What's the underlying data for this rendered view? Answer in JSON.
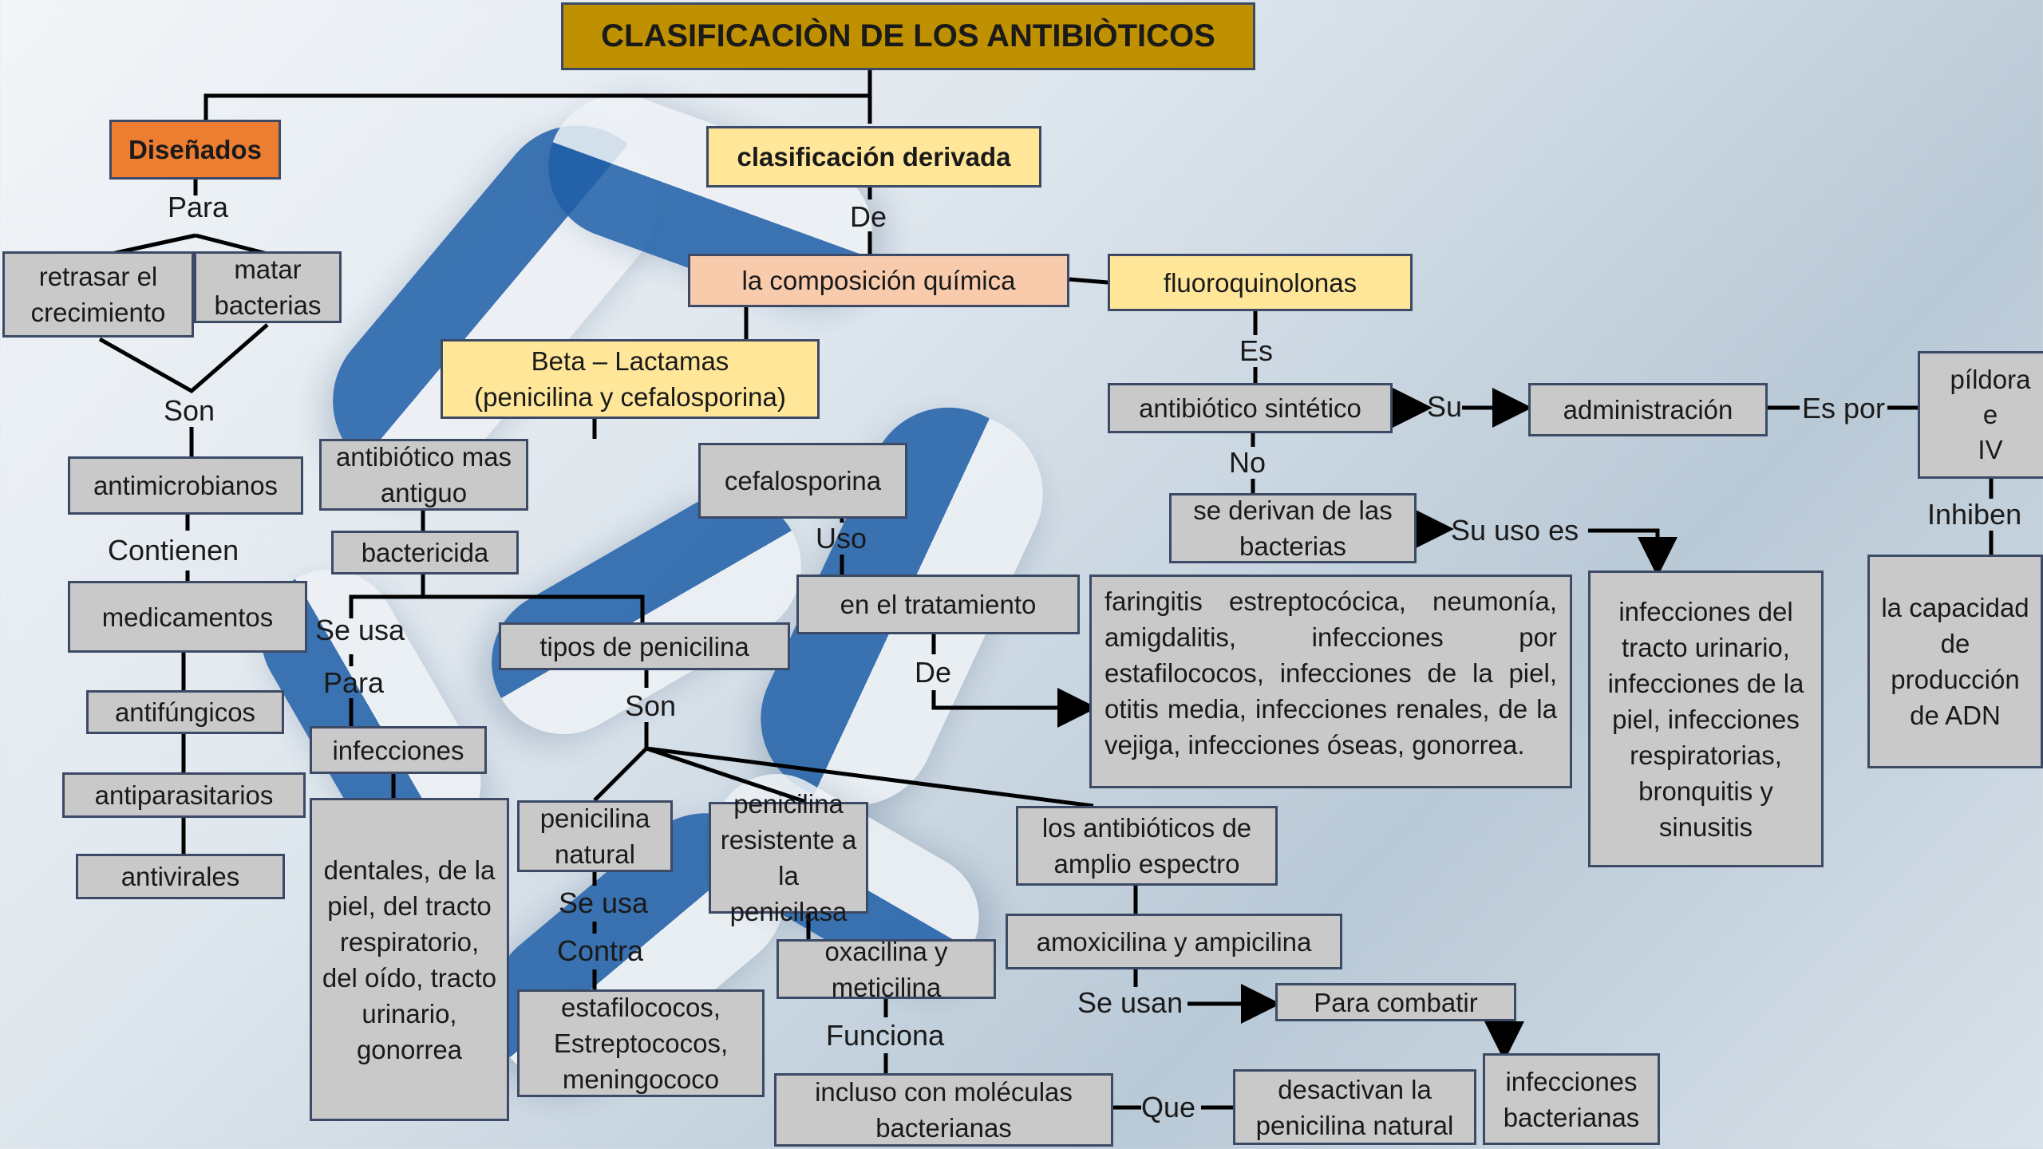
{
  "title": "CLASIFICACIÒN DE LOS ANTIBIÒTICOS",
  "nodes": {
    "disenados": "Diseñados",
    "retrasar": "retrasar el crecimiento",
    "matar": "matar bacterias",
    "antimicrobianos": "antimicrobianos",
    "medicamentos": "medicamentos",
    "antifungicos": "antifúngicos",
    "antiparasitarios": "antiparasitarios",
    "antivirales": "antivirales",
    "clasif_derivada": "clasificación derivada",
    "composicion": "la composición química",
    "fluoroquinolonas": "fluoroquinolonas",
    "beta_lactamas": "Beta – Lactamas\n(penicilina y cefalosporina)",
    "antibiotico_antiguo": "antibiótico mas antiguo",
    "bactericida": "bactericida",
    "infecciones": "infecciones",
    "infecciones_lista": "dentales, de la piel, del tracto respiratorio, del oído, tracto urinario, gonorrea",
    "tipos_penicilina": "tipos de penicilina",
    "penicilina_natural": "penicilina natural",
    "estafilococos": "estafilococos, Estreptococos, meningococo",
    "penicilina_resistente": "penicilina resistente a la penicilasa",
    "oxacilina": "oxacilina y meticilina",
    "moleculas": "incluso con moléculas bacterianas",
    "desactivan": "desactivan la penicilina natural",
    "amplio_espectro": "los antibióticos de amplio espectro",
    "amoxicilina": "amoxicilina y ampicilina",
    "para_combatir": "Para combatir",
    "infecciones_bacterianas": "infecciones bacterianas",
    "cefalosporina": "cefalosporina",
    "tratamiento": "en el tratamiento",
    "faringitis": "faringitis estreptocócica, neumonía, amigdalitis, infecciones por estafilococos, infecciones de la piel, otitis media, infecciones renales, de la vejiga, infecciones óseas, gonorrea.",
    "sintetico": "antibiótico sintético",
    "administracion": "administración",
    "pildora": "píldora\ne\nIV",
    "no_derivan": "se derivan de las bacterias",
    "urinario": "infecciones del tracto urinario, infecciones de la piel, infecciones respiratorias, bronquitis y sinusitis",
    "adn": "la capacidad de producción de ADN"
  },
  "connectors": {
    "para1": "Para",
    "son1": "Son",
    "contienen": "Contienen",
    "de1": "De",
    "es": "Es",
    "su": "Su",
    "es_por": "Es por",
    "no": "No",
    "su_uso_es": "Su uso es",
    "inhiben": "Inhiben",
    "uso": "Uso",
    "de2": "De",
    "se_usa1": "Se usa",
    "para2": "Para",
    "son2": "Son",
    "se_usa2": "Se usa",
    "contra": "Contra",
    "funciona": "Funciona",
    "que": "Que",
    "se_usan": "Se usan"
  }
}
